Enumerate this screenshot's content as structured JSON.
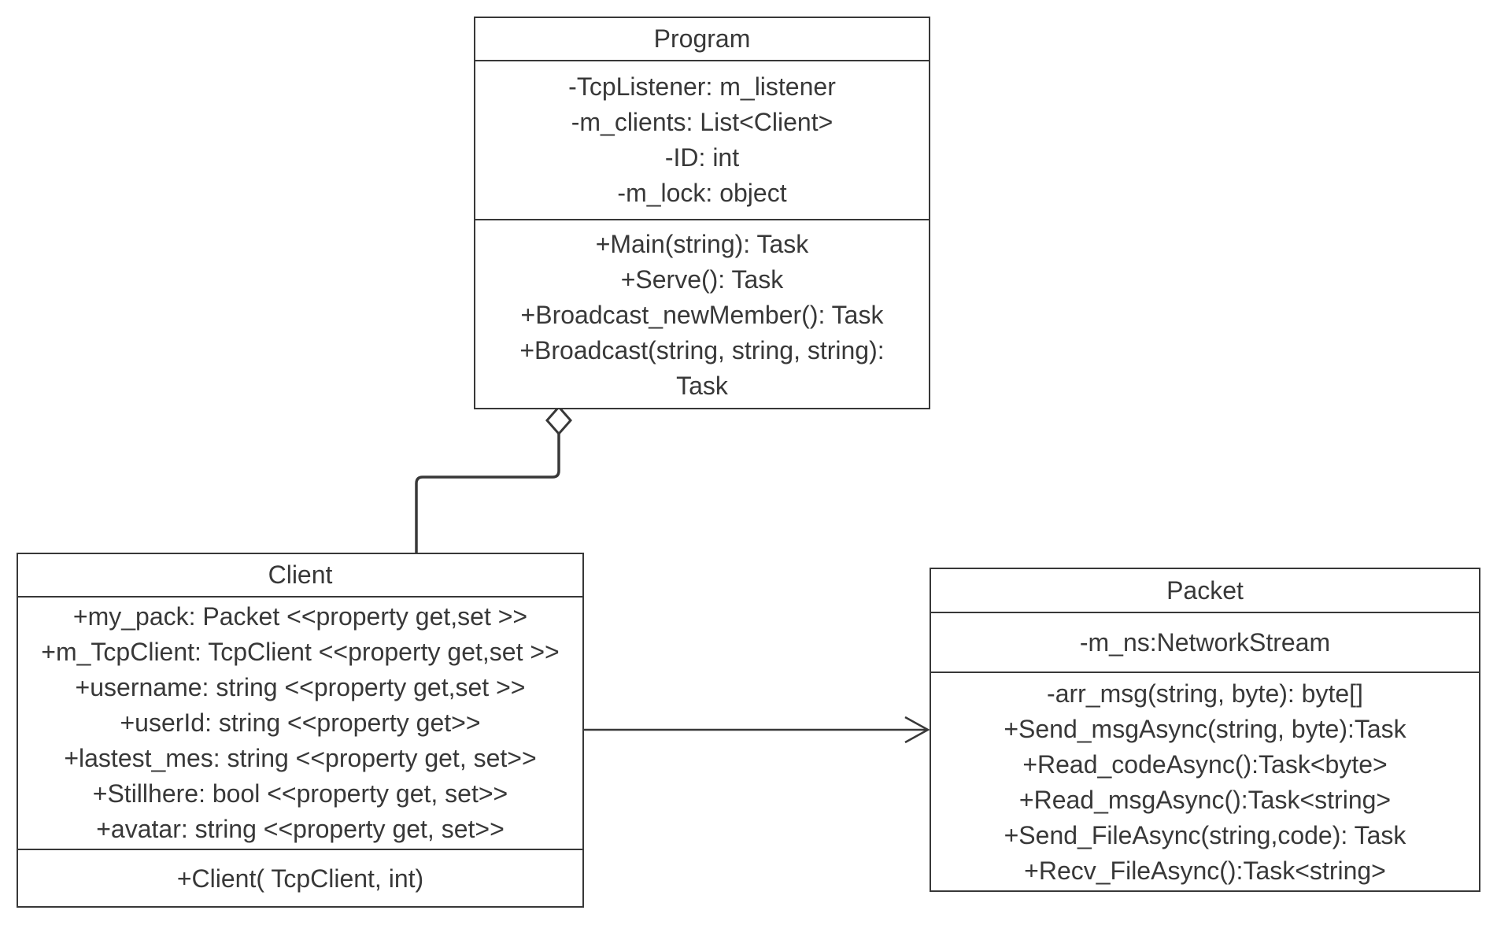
{
  "diagram": {
    "type": "uml-class-diagram",
    "classes": {
      "program": {
        "name": "Program",
        "attributes": [
          "-TcpListener: m_listener",
          "-m_clients: List<Client>",
          "-ID: int",
          "-m_lock: object"
        ],
        "methods": [
          "+Main(string): Task",
          "+Serve(): Task",
          "+Broadcast_newMember(): Task",
          "+Broadcast(string, string, string): Task"
        ]
      },
      "client": {
        "name": "Client",
        "attributes": [
          "+my_pack: Packet <<property get,set >>",
          "+m_TcpClient: TcpClient <<property get,set >>",
          "+username: string <<property get,set >>",
          "+userId: string <<property get>>",
          "+lastest_mes: string <<property get, set>>",
          "+Stillhere: bool <<property get, set>>",
          "+avatar: string <<property get, set>>"
        ],
        "methods": [
          "+Client( TcpClient, int)"
        ]
      },
      "packet": {
        "name": "Packet",
        "attributes": [
          "-m_ns:NetworkStream"
        ],
        "methods": [
          "-arr_msg(string, byte): byte[]",
          "+Send_msgAsync(string, byte):Task",
          "+Read_codeAsync():Task<byte>",
          "+Read_msgAsync():Task<string>",
          "+Send_FileAsync(string,code): Task",
          "+Recv_FileAsync():Task<string>"
        ]
      }
    },
    "relationships": [
      {
        "type": "aggregation",
        "from": "Client",
        "to": "Program",
        "marker": "hollow-diamond"
      },
      {
        "type": "association",
        "from": "Client",
        "to": "Packet",
        "marker": "open-arrow"
      }
    ],
    "colors": {
      "background": "#ffffff",
      "line": "#383838",
      "text": "#383838"
    }
  }
}
